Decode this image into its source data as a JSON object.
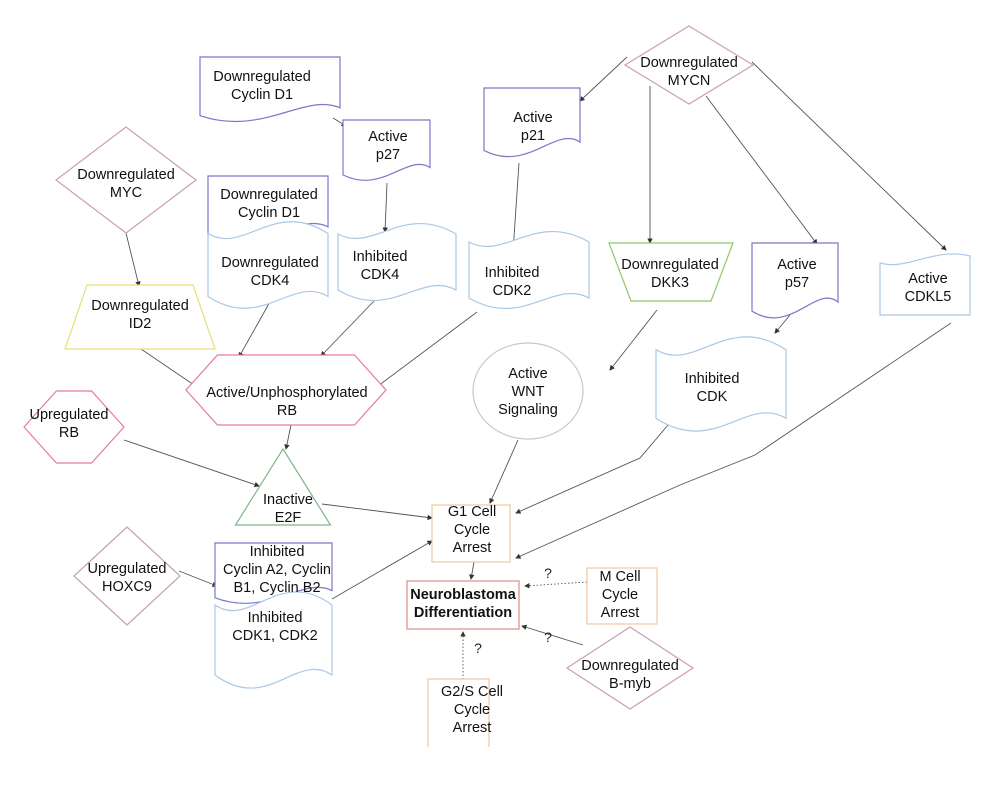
{
  "title": "Neuroblastoma differentiation pathway diagram",
  "colors": {
    "diamond": "#c9a0b0",
    "wave_dark": "#7a78c8",
    "wave_light": "#a9c8e8",
    "yellow": "#e6e07a",
    "green": "#8cc86a",
    "pink": "#e879a8",
    "triangle": "#7fb58a",
    "ellipse": "#c8c8c8",
    "orange": "#f0c8a0",
    "red": "#e08a8a",
    "edge": "#555555"
  },
  "nodes": {
    "cyclin_d1_top": {
      "text": "Downregulated\nCyclin D1",
      "shape": "document"
    },
    "p27": {
      "text": "Active\np27",
      "shape": "document"
    },
    "p21": {
      "text": "Active\np21",
      "shape": "document"
    },
    "mycn": {
      "text": "Downregulated\nMYCN",
      "shape": "diamond"
    },
    "myc": {
      "text": "Downregulated\nMYC",
      "shape": "diamond"
    },
    "cyclin_d1_mid": {
      "text": "Downregulated\nCyclin D1",
      "shape": "document"
    },
    "cdk4_down": {
      "text": "Downregulated\nCDK4",
      "shape": "tape"
    },
    "cdk4_inh": {
      "text": "Inhibited\nCDK4",
      "shape": "tape"
    },
    "cdk2_inh": {
      "text": "Inhibited\nCDK2",
      "shape": "tape"
    },
    "dkk3": {
      "text": "Downregulated\nDKK3",
      "shape": "trapezoid"
    },
    "p57": {
      "text": "Active\np57",
      "shape": "document"
    },
    "cdkl5": {
      "text": "Active\nCDKL5",
      "shape": "punched-card"
    },
    "id2": {
      "text": "Downregulated\nID2",
      "shape": "trapezoid"
    },
    "rb_active": {
      "text": "Active/Unphosphorylated\nRB",
      "shape": "hexagon"
    },
    "rb_up": {
      "text": "Upregulated\nRB",
      "shape": "hexagon"
    },
    "wnt": {
      "text": "Active\nWNT\nSignaling",
      "shape": "ellipse"
    },
    "cdk_inh": {
      "text": "Inhibited\nCDK",
      "shape": "tape"
    },
    "e2f": {
      "text": "Inactive\nE2F",
      "shape": "triangle"
    },
    "g1": {
      "text": "G1 Cell\nCycle\nArrest",
      "shape": "rectangle"
    },
    "hoxc9": {
      "text": "Upregulated\nHOXC9",
      "shape": "diamond"
    },
    "cyclins_inh": {
      "text": "Inhibited\nCyclin A2, Cyclin\nB1, Cyclin B2",
      "shape": "document"
    },
    "cdk12_inh": {
      "text": "Inhibited\nCDK1, CDK2",
      "shape": "tape"
    },
    "neuro": {
      "text": "Neuroblastoma\nDifferentiation",
      "shape": "rectangle"
    },
    "m_arrest": {
      "text": "M  Cell\nCycle\nArrest",
      "shape": "rectangle"
    },
    "bmyb": {
      "text": "Downregulated\nB-myb",
      "shape": "diamond"
    },
    "g2s": {
      "text": "G2/S Cell\nCycle\nArrest",
      "shape": "rectangle"
    }
  },
  "edges": [
    {
      "from": "cyclin_d1_top",
      "to": "p27",
      "style": "solid"
    },
    {
      "from": "mycn",
      "to": "p21",
      "style": "solid"
    },
    {
      "from": "mycn",
      "to": "dkk3",
      "style": "solid"
    },
    {
      "from": "mycn",
      "to": "p57",
      "style": "solid"
    },
    {
      "from": "mycn",
      "to": "cdkl5",
      "style": "solid"
    },
    {
      "from": "p27",
      "to": "cdk4_inh",
      "style": "solid"
    },
    {
      "from": "p21",
      "to": "cdk2_inh",
      "style": "solid"
    },
    {
      "from": "myc",
      "to": "id2",
      "style": "solid"
    },
    {
      "from": "id2",
      "to": "rb_active",
      "style": "solid"
    },
    {
      "from": "cdk4_down",
      "to": "rb_active",
      "style": "solid"
    },
    {
      "from": "cdk4_inh",
      "to": "rb_active",
      "style": "solid"
    },
    {
      "from": "cdk2_inh",
      "to": "rb_active",
      "style": "solid"
    },
    {
      "from": "dkk3",
      "to": "wnt",
      "style": "solid"
    },
    {
      "from": "p57",
      "to": "cdk_inh",
      "style": "solid"
    },
    {
      "from": "rb_active",
      "to": "e2f",
      "style": "solid"
    },
    {
      "from": "rb_up",
      "to": "e2f",
      "style": "solid"
    },
    {
      "from": "e2f",
      "to": "g1",
      "style": "solid"
    },
    {
      "from": "wnt",
      "to": "g1",
      "style": "solid"
    },
    {
      "from": "cdk_inh",
      "to": "g1",
      "style": "solid"
    },
    {
      "from": "cdkl5",
      "to": "g1",
      "style": "solid"
    },
    {
      "from": "cyclins_inh",
      "to": "g1",
      "style": "solid"
    },
    {
      "from": "hoxc9",
      "to": "cyclins_inh",
      "style": "solid"
    },
    {
      "from": "g1",
      "to": "neuro",
      "style": "solid"
    },
    {
      "from": "m_arrest",
      "to": "neuro",
      "style": "dotted",
      "label": "?"
    },
    {
      "from": "bmyb",
      "to": "neuro",
      "style": "solid",
      "label": "?"
    },
    {
      "from": "g2s",
      "to": "neuro",
      "style": "dotted",
      "label": "?"
    }
  ]
}
